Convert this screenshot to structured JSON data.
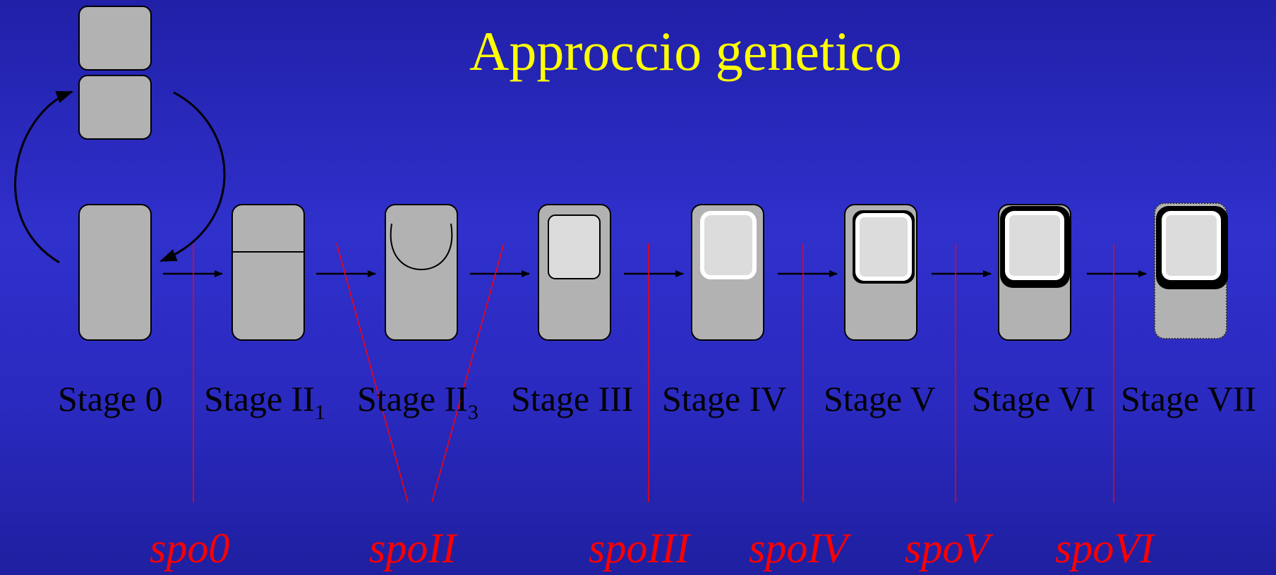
{
  "title": "Approccio genetico",
  "stages": [
    {
      "label": "Stage 0",
      "sub": ""
    },
    {
      "label": "Stage II",
      "sub": "1"
    },
    {
      "label": "Stage II",
      "sub": "3"
    },
    {
      "label": "Stage III",
      "sub": ""
    },
    {
      "label": "Stage IV",
      "sub": ""
    },
    {
      "label": "Stage V",
      "sub": ""
    },
    {
      "label": "Stage VI",
      "sub": ""
    },
    {
      "label": "Stage VII",
      "sub": ""
    }
  ],
  "genes": [
    "spo0",
    "spoII",
    "spoIII",
    "spoIV",
    "spoV",
    "spoVI"
  ],
  "colors": {
    "title": "#ffff00",
    "gene": "#ff0000",
    "cell": "#b2b2b2",
    "forespore": "#dcdcdc"
  }
}
